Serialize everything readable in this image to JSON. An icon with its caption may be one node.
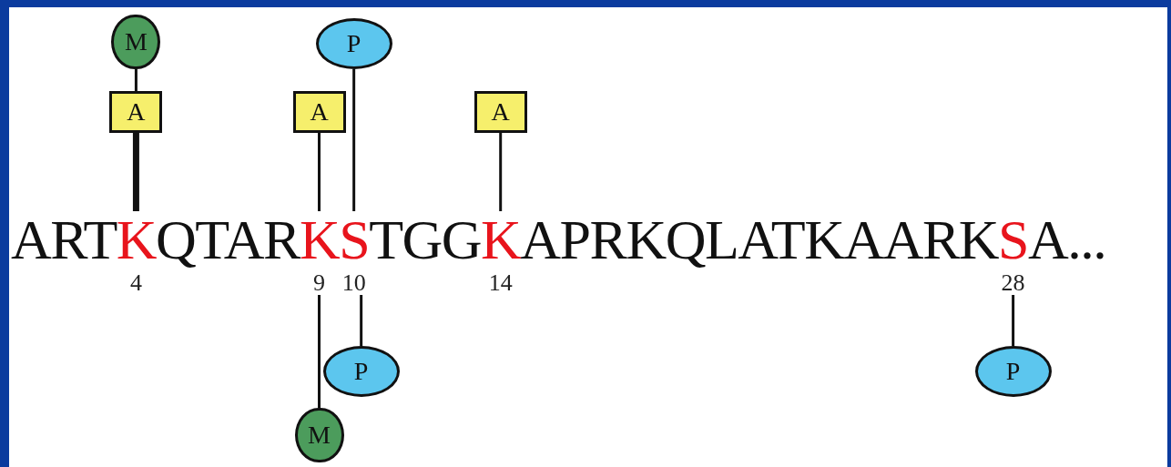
{
  "diagram": {
    "nodes": [
      {
        "text": [
          "M"
        ]
      },
      {
        "text": [
          "P"
        ]
      },
      {
        "text": [
          "A"
        ]
      },
      {
        "text": [
          "A"
        ]
      },
      {
        "text": [
          "A"
        ]
      },
      {
        "text": [
          "K"
        ],
        "beside": [
          "4"
        ]
      },
      {
        "text": [
          "K"
        ],
        "beside": [
          "9"
        ]
      },
      {
        "text": [
          "S"
        ],
        "beside": [
          "10"
        ]
      },
      {
        "text": [
          "K"
        ],
        "beside": [
          "14"
        ]
      },
      {
        "text": [
          "S"
        ],
        "beside": [
          "28"
        ]
      },
      {
        "text": [
          "P"
        ]
      },
      {
        "text": [
          "P"
        ]
      },
      {
        "text": [
          "M"
        ]
      }
    ],
    "edges": [
      {
        "from": 0,
        "to": 2,
        "arrow": "none"
      },
      {
        "from": 2,
        "to": 5,
        "arrow": "none",
        "style": "thick"
      },
      {
        "from": 1,
        "to": 7,
        "arrow": "none"
      },
      {
        "from": 3,
        "to": 6,
        "arrow": "none"
      },
      {
        "from": 4,
        "to": 8,
        "arrow": "none"
      },
      {
        "from": 7,
        "to": 10,
        "arrow": "none"
      },
      {
        "from": 6,
        "to": 12,
        "arrow": "none"
      },
      {
        "from": 9,
        "to": 11,
        "arrow": "none"
      }
    ],
    "labels": [
      "ART",
      "QTAR",
      "TGG",
      "APRKQLATKAARK",
      "A..."
    ]
  }
}
